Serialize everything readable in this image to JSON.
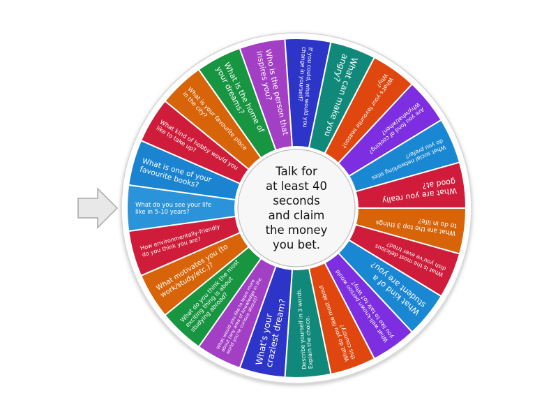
{
  "wheel": {
    "center_text": "Talk for\nat least 40\nseconds\nand claim\nthe money\nyou bet.",
    "pointer_icon": "arrow-right-icon",
    "start_angle_deg": 172.17,
    "segments": [
      {
        "label": "What do you see your life like in 5-10 years?",
        "color": "#2b93d9",
        "size": 8.5
      },
      {
        "label": "What is one of your favourite books?",
        "color": "#1a84d0",
        "size": 10.5
      },
      {
        "label": "What kind of hobby would you like to take up?",
        "color": "#cf1c3a",
        "size": 8.5
      },
      {
        "label": "What is your favourite place in the city?",
        "color": "#d8640a",
        "size": 8.5
      },
      {
        "label": "What is the home of your dreams?",
        "color": "#179541",
        "size": 11
      },
      {
        "label": "Who is the person that inspires you?",
        "color": "#a33fc4",
        "size": 11
      },
      {
        "label": "If you could, what would you change in yourself?",
        "color": "#2d35c8",
        "size": 8
      },
      {
        "label": "What can make you angry?",
        "color": "#11897a",
        "size": 12
      },
      {
        "label": "What's your favourite season? Why?",
        "color": "#e0470f",
        "size": 8
      },
      {
        "label": "Are you fond of cooking? Why/what/when?",
        "color": "#7c2ee0",
        "size": 8
      },
      {
        "label": "What social networking sites do you prefer?",
        "color": "#1a87d3",
        "size": 8
      },
      {
        "label": "What are you really good at?",
        "color": "#d01c3a",
        "size": 11
      },
      {
        "label": "What are the top 3 things to do in life?",
        "color": "#d8640a",
        "size": 9
      },
      {
        "label": "What is the most delicious dish you've ever tried?",
        "color": "#cf1c3a",
        "size": 8
      },
      {
        "label": "What kind of a student are you?",
        "color": "#1a87d3",
        "size": 11.5
      },
      {
        "label": "What well-known person would you like to talk to? Why?",
        "color": "#7c2ee0",
        "size": 8
      },
      {
        "label": "What do you like most about this country?",
        "color": "#e0470f",
        "size": 8
      },
      {
        "label": "Describe yourself in 3 words. Explain the choice.",
        "color": "#11897a",
        "size": 8
      },
      {
        "label": "What's your craziest dream?",
        "color": "#2d35c8",
        "size": 12.5
      },
      {
        "label": "What would you like to learn more about (any area of knowledge in the world you're curious about)?",
        "color": "#a33fc4",
        "size": 6.5
      },
      {
        "label": "What do you think the most exciting thing is about studying abroad?",
        "color": "#179541",
        "size": 8.5
      },
      {
        "label": "What motivates you (to work/study/etc.)?",
        "color": "#d8640a",
        "size": 10
      },
      {
        "label": "How environmentally-friendly do you think you are?",
        "color": "#cf1c3a",
        "size": 8
      }
    ]
  }
}
